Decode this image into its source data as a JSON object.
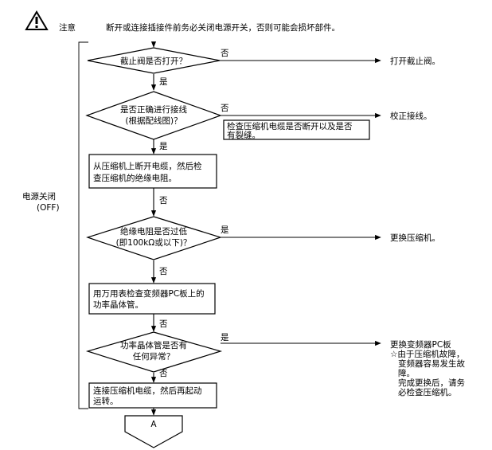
{
  "caution": {
    "label": "注意",
    "message": "断开或连接插接件前务必关闭电源开关，否则可能会损坏部件。"
  },
  "power_off": {
    "line1": "电源关闭",
    "line2": "(OFF)"
  },
  "steps": {
    "d1": {
      "text": "截止阀是否打开？",
      "no": "否",
      "no_action": "打开截止阀。",
      "yes": "是"
    },
    "d2": {
      "line1": "是否正确进行接线",
      "line2": "(根据配线图)？",
      "no": "否",
      "no_action": "校正接线。",
      "note_line1": "检查压缩机电缆是否断开以及是否",
      "note_line2": "有裂缝。",
      "yes": "是"
    },
    "p1": {
      "line1": "从压缩机上断开电缆，然后检",
      "line2": "查压缩机的绝缘电阻。",
      "after": "否"
    },
    "d3": {
      "line1": "绝缘电阻是否过低",
      "line2": "(即100kΩ或以下)？",
      "yes": "是",
      "yes_action": "更换压缩机。",
      "no": "否"
    },
    "p2": {
      "line1": "用万用表检查变频器PC板上的",
      "line2": "功率晶体管。",
      "after": "否"
    },
    "d4": {
      "line1": "功率晶体管是否有",
      "line2": "任何异常？",
      "yes": "是",
      "no": "否",
      "action_lines": [
        "更换变频器PC板",
        "☆由于压缩机故障，",
        "变频器容易发生故",
        "障。",
        "完成更换后，请务",
        "必检查压缩机。"
      ]
    },
    "p3": {
      "line1": "连接压缩机电缆，然后再起动",
      "line2": "运转。"
    },
    "connector": {
      "label": "A"
    }
  }
}
